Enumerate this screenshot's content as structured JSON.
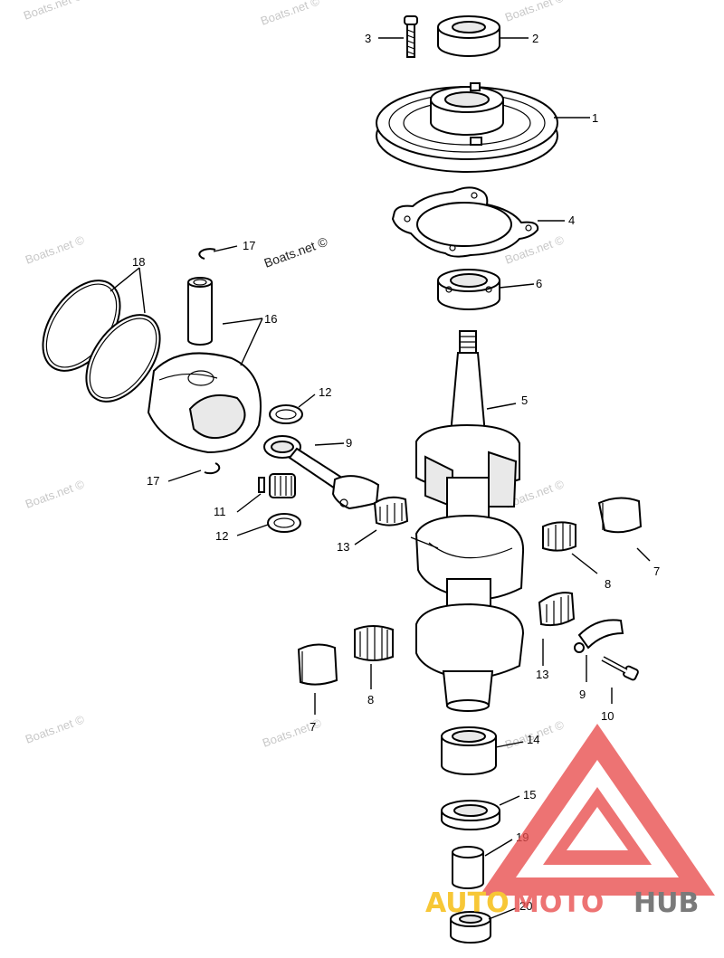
{
  "watermarks": {
    "site": "Boats.net ©",
    "site_center": "Boats.net ©",
    "brand_auto": "AUTO",
    "brand_moto": "MOTO",
    "brand_hub": "HUB"
  },
  "colors": {
    "brand_red": "#e84d4d",
    "brand_yellow": "#f5b800",
    "brand_gray": "#555555",
    "watermark": "#c8c8c8"
  },
  "callouts": {
    "c1": "1",
    "c2": "2",
    "c3": "3",
    "c4": "4",
    "c5": "5",
    "c6": "6",
    "c7a": "7",
    "c7b": "7",
    "c8a": "8",
    "c8b": "8",
    "c9a": "9",
    "c9b": "9",
    "c10": "10",
    "c11": "11",
    "c12a": "12",
    "c12b": "12",
    "c13a": "13",
    "c13b": "13",
    "c14": "14",
    "c15": "15",
    "c16": "16",
    "c17a": "17",
    "c17b": "17",
    "c18": "18",
    "c19": "19",
    "c20": "20"
  }
}
